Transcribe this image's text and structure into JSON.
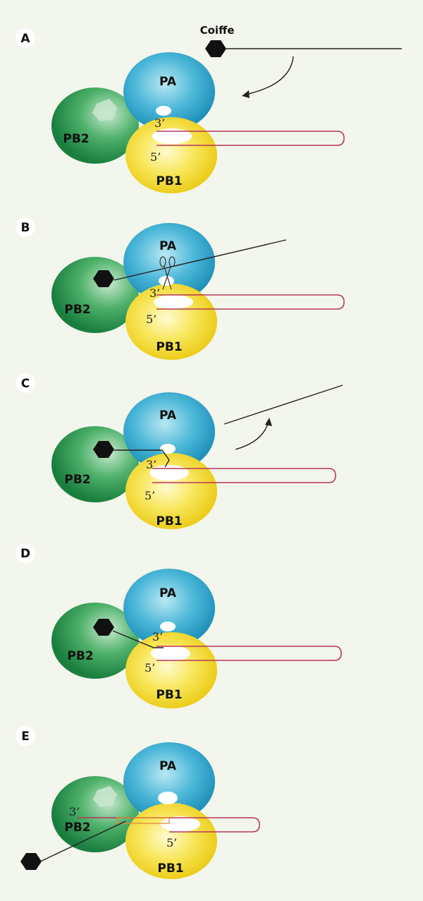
{
  "coiffe_label": "Coiffe",
  "subunits": {
    "pa": "PA",
    "pb1": "PB1",
    "pb2": "PB2"
  },
  "ends": {
    "three_prime": "3’",
    "five_prime": "5’"
  },
  "panels": [
    {
      "label": "A"
    },
    {
      "label": "B"
    },
    {
      "label": "C"
    },
    {
      "label": "D"
    },
    {
      "label": "E"
    }
  ],
  "colors": {
    "pa": "#2ba3c8",
    "pb1": "#f2d71d",
    "pb2": "#1f8f48",
    "rna": "#b8375a",
    "cap": "#111111",
    "background": "#f3f6ec"
  }
}
